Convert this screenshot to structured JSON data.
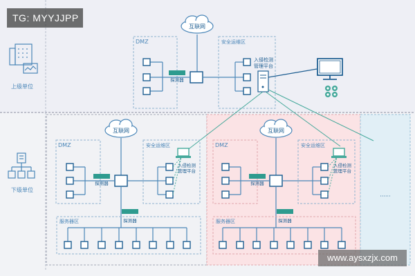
{
  "badge": "TG: MYYJJPP",
  "watermark": "www.aysxzjx.com",
  "colors": {
    "line": "#4a86b8",
    "node": "#1f5f92",
    "switch": "#2e9b8f",
    "teal": "#43a89a",
    "dashed": "#8fb3cf",
    "upperBg": "#eeeff5",
    "lowerBg": "#f2f3f6",
    "pinkBg": "#fbe3e5",
    "blueBg": "#e1eff6"
  },
  "upper": {
    "unit_label": "上级单位",
    "internet": "互联网",
    "dmz": "DMZ",
    "secure": "安全运维区",
    "probe": "探测器",
    "ids_line1": "入侵检测",
    "ids_line2": "管理平台"
  },
  "lower": {
    "unit_label": "下级单位",
    "left": {
      "internet": "互联网",
      "dmz": "DMZ",
      "secure": "安全运维区",
      "probe": "探测器",
      "probe2": "探测器",
      "server": "服务器区",
      "ids_line1": "入侵检测",
      "ids_line2": "管理平台"
    },
    "middle": {
      "internet": "互联网",
      "dmz": "DMZ",
      "secure": "安全运维区",
      "probe": "探测器",
      "probe2": "探测器",
      "server": "服务器区",
      "ids_line1": "入侵检测",
      "ids_line2": "管理平台"
    },
    "ellipsis": "······"
  }
}
